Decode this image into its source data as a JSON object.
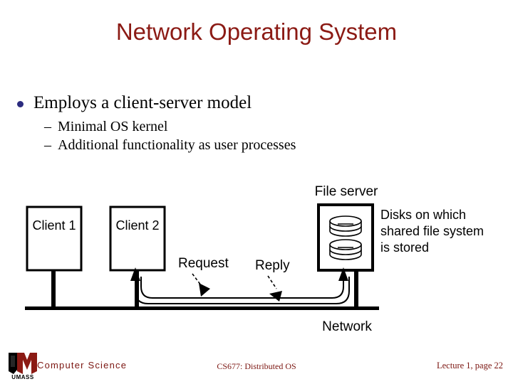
{
  "slide": {
    "title": "Network Operating System",
    "bullets": [
      {
        "level": 1,
        "marker": "•",
        "text": "Employs a client-server model"
      },
      {
        "level": 2,
        "marker": "–",
        "text": "Minimal OS kernel"
      },
      {
        "level": 2,
        "marker": "–",
        "text": "Additional functionality as user processes"
      }
    ]
  },
  "diagram": {
    "nodes": {
      "client1": "Client 1",
      "client2": "Client 2",
      "file_server_label": "File server"
    },
    "labels": {
      "request": "Request",
      "reply": "Reply",
      "network": "Network",
      "disks_line1": "Disks on which",
      "disks_line2": "shared file system",
      "disks_line3": "is stored"
    },
    "icons": {
      "disk_top": "disk-stack-icon",
      "disk_bottom": "disk-stack-icon"
    },
    "colors": {
      "stroke": "#000000",
      "fill": "#ffffff"
    }
  },
  "footer": {
    "logo_text": "UMASS",
    "department": "Computer Science",
    "course": "CS677: Distributed OS",
    "page": "Lecture 1, page 22",
    "color": "#7b1510"
  },
  "theme": {
    "title_color": "#8b1a14",
    "bullet_color": "#2b2b7f",
    "background": "#ffffff",
    "text_color": "#000000"
  }
}
